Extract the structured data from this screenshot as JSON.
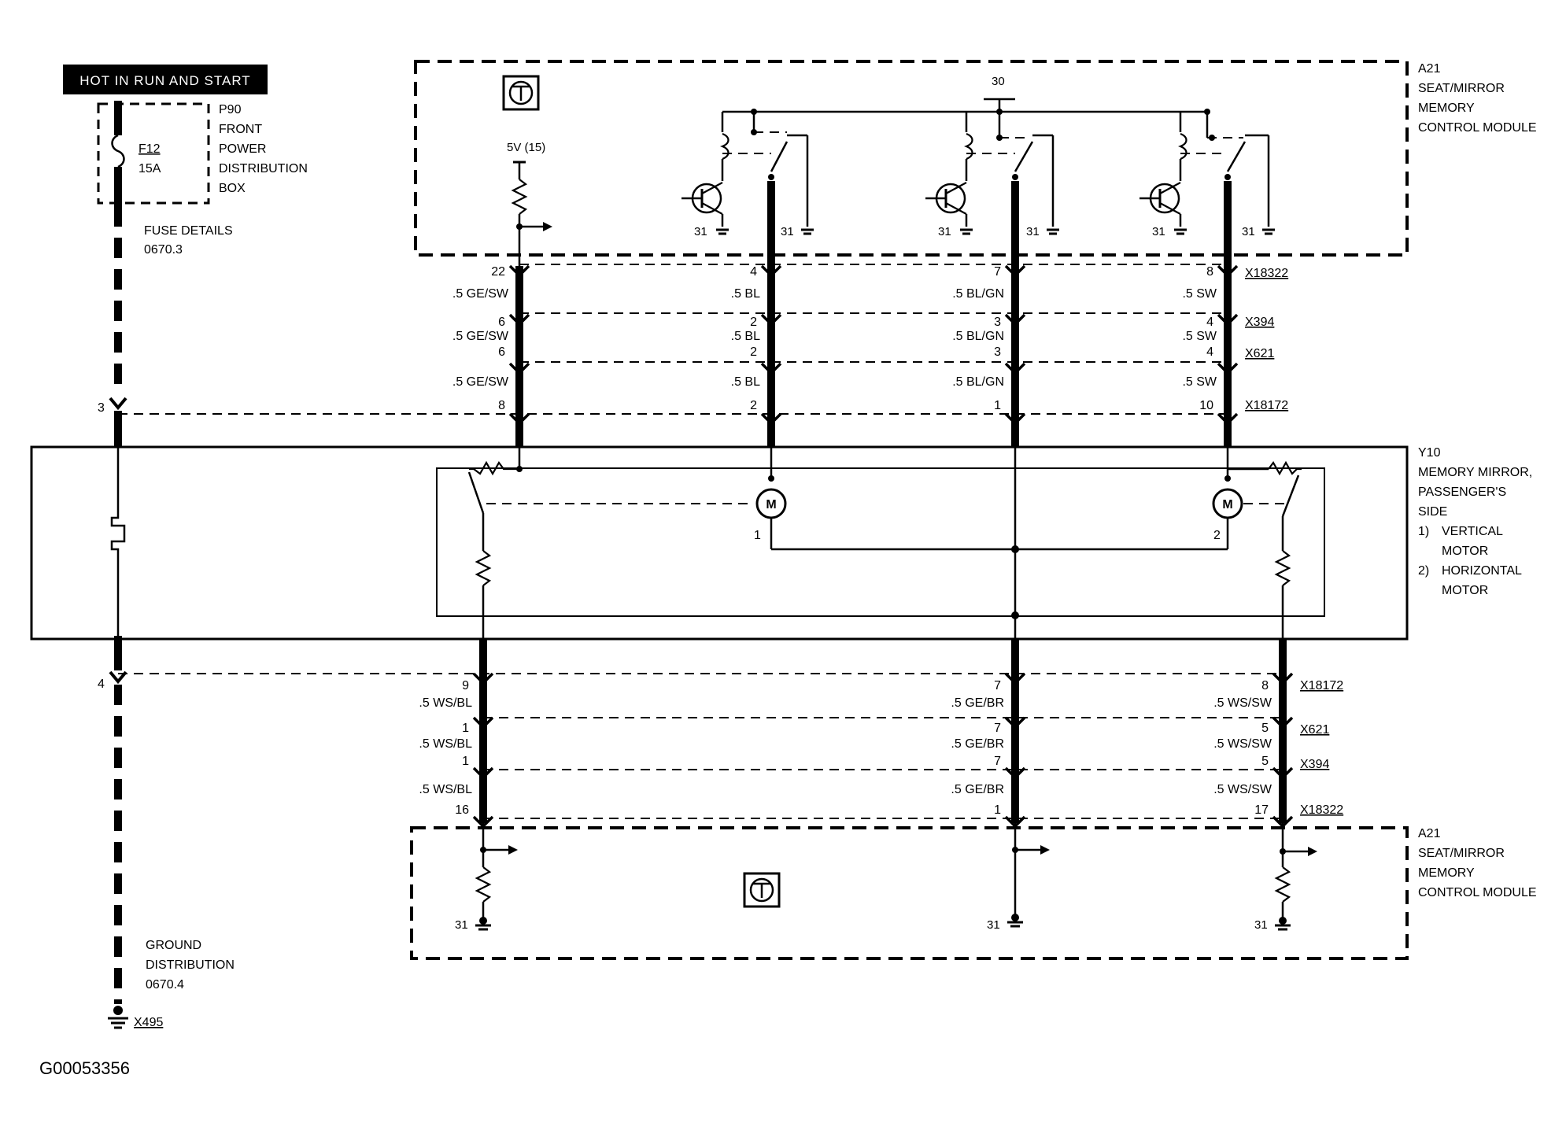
{
  "header_label": "HOT IN RUN AND START",
  "figure_id": "G00053356",
  "fuse_box": {
    "fuse_id": "F12",
    "fuse_rating": "15A",
    "box_id": "P90",
    "box_lines": [
      "FRONT",
      "POWER",
      "DISTRIBUTION",
      "BOX"
    ]
  },
  "fuse_details": {
    "line1": "FUSE DETAILS",
    "line2": "0670.3"
  },
  "ground_distribution": {
    "line1": "GROUND",
    "line2": "DISTRIBUTION",
    "line3": "0670.4"
  },
  "ground_connector": "X495",
  "module_top": {
    "id": "A21",
    "lines": [
      "SEAT/MIRROR",
      "MEMORY",
      "CONTROL MODULE"
    ]
  },
  "module_bottom": {
    "id": "A21",
    "lines": [
      "SEAT/MIRROR",
      "MEMORY",
      "CONTROL MODULE"
    ]
  },
  "mirror": {
    "id": "Y10",
    "lines": [
      "MEMORY MIRROR,",
      "PASSENGER'S",
      "SIDE"
    ],
    "items": [
      {
        "num": "1)",
        "l1": "VERTICAL",
        "l2": "MOTOR"
      },
      {
        "num": "2)",
        "l1": "HORIZONTAL",
        "l2": "MOTOR"
      }
    ],
    "motor_symbol": "M",
    "motor1_pin": "1",
    "motor2_pin": "2"
  },
  "top_terms": {
    "supply_5v": "5V (15)",
    "term_30": "30",
    "ground_31": "31"
  },
  "hot_pins": {
    "upper": "3",
    "lower": "4"
  },
  "top_connectors": {
    "names": [
      "X18322",
      "X394",
      "X621",
      "X18172"
    ],
    "wires": [
      {
        "pins": [
          "22",
          "6",
          "6",
          "8"
        ],
        "colors": [
          ".5 GE/SW",
          ".5 GE/SW",
          ".5 GE/SW"
        ]
      },
      {
        "pins": [
          "4",
          "2",
          "2",
          "2"
        ],
        "colors": [
          ".5 BL",
          ".5 BL",
          ".5 BL"
        ]
      },
      {
        "pins": [
          "7",
          "3",
          "3",
          "1"
        ],
        "colors": [
          ".5 BL/GN",
          ".5 BL/GN",
          ".5 BL/GN"
        ]
      },
      {
        "pins": [
          "8",
          "4",
          "4",
          "10"
        ],
        "colors": [
          ".5 SW",
          ".5 SW",
          ".5 SW"
        ]
      }
    ]
  },
  "bottom_connectors": {
    "names": [
      "X18172",
      "X621",
      "X394",
      "X18322"
    ],
    "wires": [
      {
        "pins": [
          "9",
          "1",
          "1",
          "16"
        ],
        "colors": [
          ".5 WS/BL",
          ".5 WS/BL",
          ".5 WS/BL"
        ]
      },
      {
        "pins": [
          "7",
          "7",
          "7",
          "1"
        ],
        "colors": [
          ".5 GE/BR",
          ".5 GE/BR",
          ".5 GE/BR"
        ]
      },
      {
        "pins": [
          "8",
          "5",
          "5",
          "17"
        ],
        "colors": [
          ".5 WS/SW",
          ".5 WS/SW",
          ".5 WS/SW"
        ]
      }
    ]
  }
}
